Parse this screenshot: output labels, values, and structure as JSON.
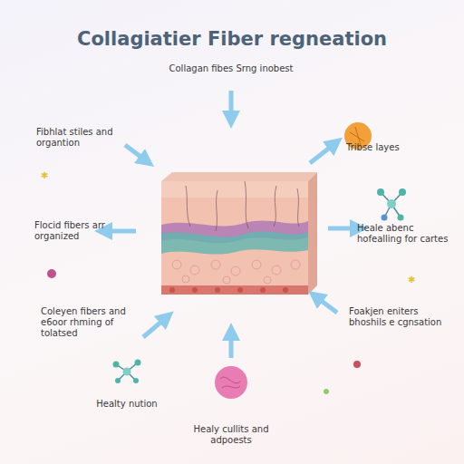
{
  "diagram": {
    "title": "Collagiatier Fiber regneation",
    "labels": [
      "Collagan fibes Srng inobest",
      "Fibhlat stiles and organtion",
      "Tribse layes",
      "Flocid fibers arr organized",
      "Heale abenc hofealling for cartes",
      "Coleyen fibers and e6oor rhming of tolatsed",
      "Foakjen eniters bhoshils e cgnsation",
      "Healty nution",
      "Healy cullits and adpoests"
    ]
  }
}
